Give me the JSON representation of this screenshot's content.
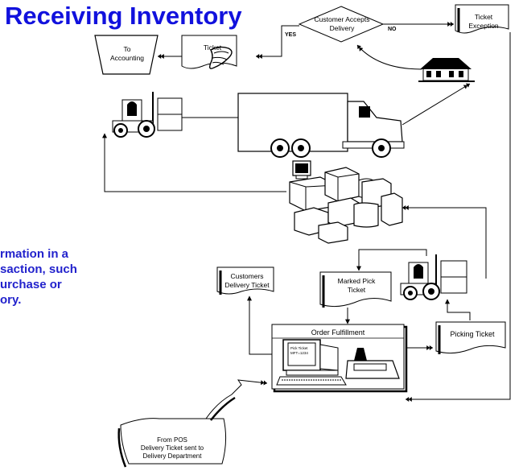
{
  "title": "Receiving Inventory",
  "side_text": [
    "rmation in a",
    "saction, such",
    "urchase or",
    "ory."
  ],
  "labels": {
    "ticket_exception": [
      "Ticket",
      "Exception"
    ],
    "customer_accepts": [
      "Customer Accepts",
      "Delivery"
    ],
    "yes": "YES",
    "no": "NO",
    "ticket": "Ticket",
    "to_accounting": [
      "To",
      "Accounting"
    ],
    "customers_delivery_ticket": [
      "Customers",
      "Delivery Ticket"
    ],
    "marked_pick_ticket": [
      "Marked Pick",
      "Ticket"
    ],
    "order_fulfillment": "Order Fulfillment",
    "picking_ticket": "Picking Ticket",
    "from_pos": [
      "From POS",
      "Delivery Ticket sent to",
      "Delivery Department"
    ],
    "screen_text": [
      "Pick Ticket",
      "MFT=1234"
    ]
  },
  "colors": {
    "title": "#1111dd",
    "side_text": "#2222cc",
    "line": "#000000"
  }
}
